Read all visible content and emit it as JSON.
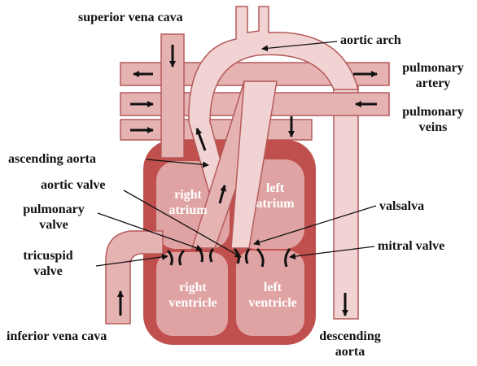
{
  "labels": {
    "superior_vena_cava": "superior vena cava",
    "aortic_arch": "aortic arch",
    "pulmonary_artery_1": "pulmonary",
    "pulmonary_artery_2": "artery",
    "pulmonary_veins_1": "pulmonary",
    "pulmonary_veins_2": "veins",
    "ascending_aorta": "ascending aorta",
    "aortic_valve": "aortic valve",
    "pulmonary_valve_1": "pulmonary",
    "pulmonary_valve_2": "valve",
    "tricuspid_valve_1": "tricuspid",
    "tricuspid_valve_2": "valve",
    "inferior_vena_cava": "inferior vena cava",
    "valsalva": "valsalva",
    "mitral_valve": "mitral valve",
    "descending_aorta_1": "descending",
    "descending_aorta_2": "aorta"
  },
  "chambers": {
    "right_atrium_1": "right",
    "right_atrium_2": "atrium",
    "left_atrium_1": "left",
    "left_atrium_2": "atrium",
    "right_ventricle_1": "right",
    "right_ventricle_2": "ventricle",
    "left_ventricle_1": "left",
    "left_ventricle_2": "ventricle"
  },
  "colors": {
    "heart_wall": "#c0504d",
    "chamber_fill": "#e0a3a3",
    "vessel_fill": "#e6b3b3",
    "vessel_stroke": "#b55a5a",
    "aorta_fill": "#f2d3d3",
    "arrow": "#111111"
  }
}
